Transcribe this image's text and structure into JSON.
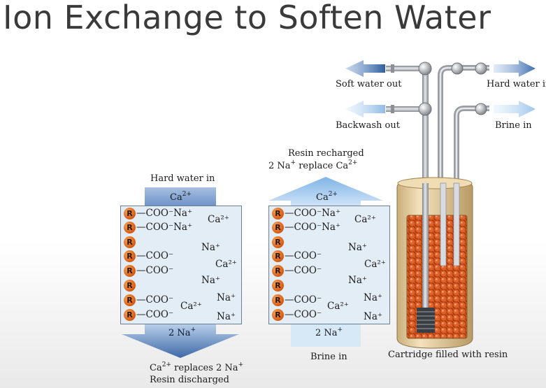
{
  "title": "Ion Exchange to Soften Water",
  "labels": {
    "soft_water_out": "Soft water out",
    "hard_water_in_top": "Hard water in",
    "backwash_out": "Backwash out",
    "brine_in_top": "Brine in",
    "cartridge": "Cartridge filled with resin"
  },
  "left_panel": {
    "header": "Hard water in",
    "top_ion": "Ca",
    "top_ion_charge": "2+",
    "bottom_ion": "2 Na",
    "bottom_ion_charge": "+",
    "caption_line1_ion": "Ca",
    "caption_line1_charge": "2+",
    "caption_line1_rest": " replaces 2 Na",
    "caption_line1_rest_charge": "+",
    "caption_line2": "Resin discharged"
  },
  "right_panel": {
    "header_line1": "Resin recharged",
    "header_line2_pre": "2 Na",
    "header_line2_charge": "+",
    "header_line2_mid": " replace Ca",
    "header_line2_end_charge": "2+",
    "top_ion": "Ca",
    "top_ion_charge": "2+",
    "bottom_ion": "2 Na",
    "bottom_ion_charge": "+",
    "caption": "Brine in"
  },
  "chem": {
    "resin": "R",
    "coo_na": "—COO⁻Na⁺",
    "coo": "—COO⁻",
    "na": "Na⁺",
    "ca": "Ca²⁺"
  },
  "colors": {
    "panel_fill": "#e3edf6",
    "arrow_blue": "#4f79b3",
    "arrow_light": "#a9cbec",
    "pipe": "#9a9ea4",
    "tank": "#ead3a6",
    "bead": "#d9541a"
  }
}
